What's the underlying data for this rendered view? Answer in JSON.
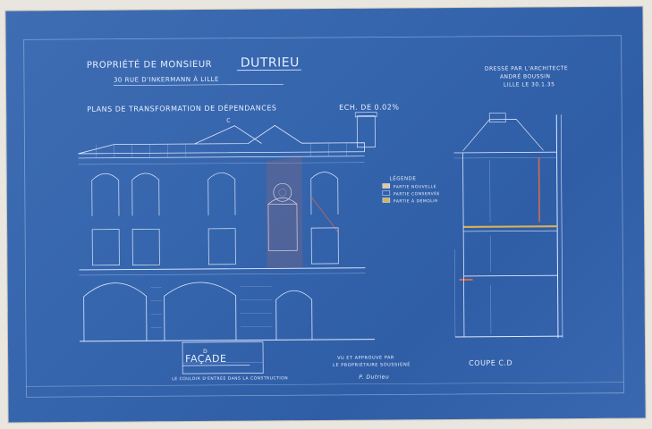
{
  "title": {
    "line1_a": "PROPRIÉTÉ DE MONSIEUR",
    "line1_b": "DUTRIEU",
    "line2": "30 RUE D'INKERMANN À LILLE"
  },
  "subtitle": "PLANS DE TRANSFORMATION DE DÉPENDANCES",
  "scale": "ECH. DE 0.02%",
  "architect": {
    "line1": "DRESSÉ PAR L'ARCHITECTE",
    "line2": "ANDRÉ BOUSSIN",
    "line3": "LILLE LE 30.1.35"
  },
  "legend": {
    "title": "LÉGENDE",
    "items": [
      {
        "label": "PARTIE NOUVELLE",
        "color": "#e4c7a1"
      },
      {
        "label": "PARTIE CONSERVÉE",
        "color": "#2f5ea6"
      },
      {
        "label": "PARTIE À DÉMOLIR",
        "color": "#d8b05a"
      }
    ]
  },
  "labels": {
    "facade": "FAÇADE",
    "coupe": "COUPE C.D",
    "door_note": "LE COULOIR D'ENTRÉE DANS LA CONSTRUCTION",
    "approval_1": "VU ET APPROUVÉ PAR",
    "approval_2": "LE PROPRIÉTAIRE SOUSSIGNÉ",
    "signature": "P. Dutrieu",
    "section_c": "C",
    "section_d": "D"
  },
  "colors": {
    "paper": "#3565ad",
    "ink": "#e8efff",
    "accent_red": "#d46a4f",
    "accent_yellow": "#d8b05a"
  }
}
